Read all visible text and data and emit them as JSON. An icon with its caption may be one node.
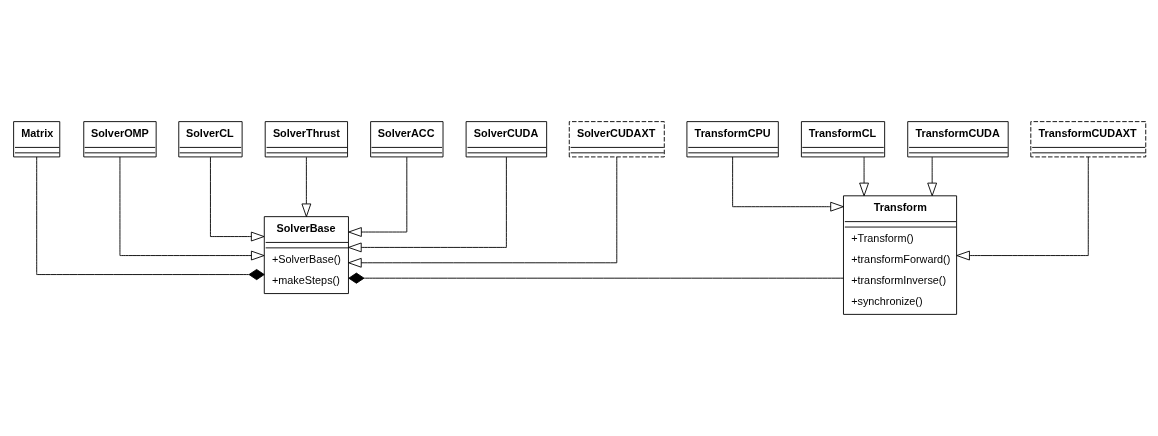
{
  "diagram": {
    "nodes": [
      {
        "text": [
          "Matrix"
        ]
      },
      {
        "text": [
          "SolverBase",
          "+SolverBase()",
          "+makeSteps()"
        ]
      },
      {
        "text": [
          "Transform",
          "+Transform()",
          "+transformForward()",
          "+transformInverse()",
          "+synchronize()"
        ]
      },
      {
        "text": [
          "TransformCPU"
        ]
      },
      {
        "text": [
          "TransformCL"
        ]
      },
      {
        "text": [
          "TransformCUDA"
        ]
      },
      {
        "text": [
          "TransformCUDAXT"
        ]
      },
      {
        "text": [
          "SolverOMP"
        ]
      },
      {
        "text": [
          "SolverCL"
        ]
      },
      {
        "text": [
          "SolverThrust"
        ]
      },
      {
        "text": [
          "SolverACC"
        ]
      },
      {
        "text": [
          "SolverCUDA"
        ]
      },
      {
        "text": [
          "SolverCUDAXT"
        ]
      }
    ],
    "edges": [
      {
        "from": 0,
        "to": 1,
        "arrow": "other"
      },
      {
        "from": 2,
        "to": 1,
        "arrow": "other"
      },
      {
        "from": 3,
        "to": 2,
        "arrow": "to"
      },
      {
        "from": 4,
        "to": 2,
        "arrow": "to"
      },
      {
        "from": 5,
        "to": 2,
        "arrow": "to"
      },
      {
        "from": 6,
        "to": 2,
        "arrow": "to"
      },
      {
        "from": 7,
        "to": 1,
        "arrow": "to"
      },
      {
        "from": 8,
        "to": 1,
        "arrow": "to"
      },
      {
        "from": 9,
        "to": 1,
        "arrow": "to"
      },
      {
        "from": 10,
        "to": 1,
        "arrow": "to"
      },
      {
        "from": 11,
        "to": 1,
        "arrow": "to"
      },
      {
        "from": 12,
        "to": 1,
        "arrow": "to"
      }
    ]
  }
}
